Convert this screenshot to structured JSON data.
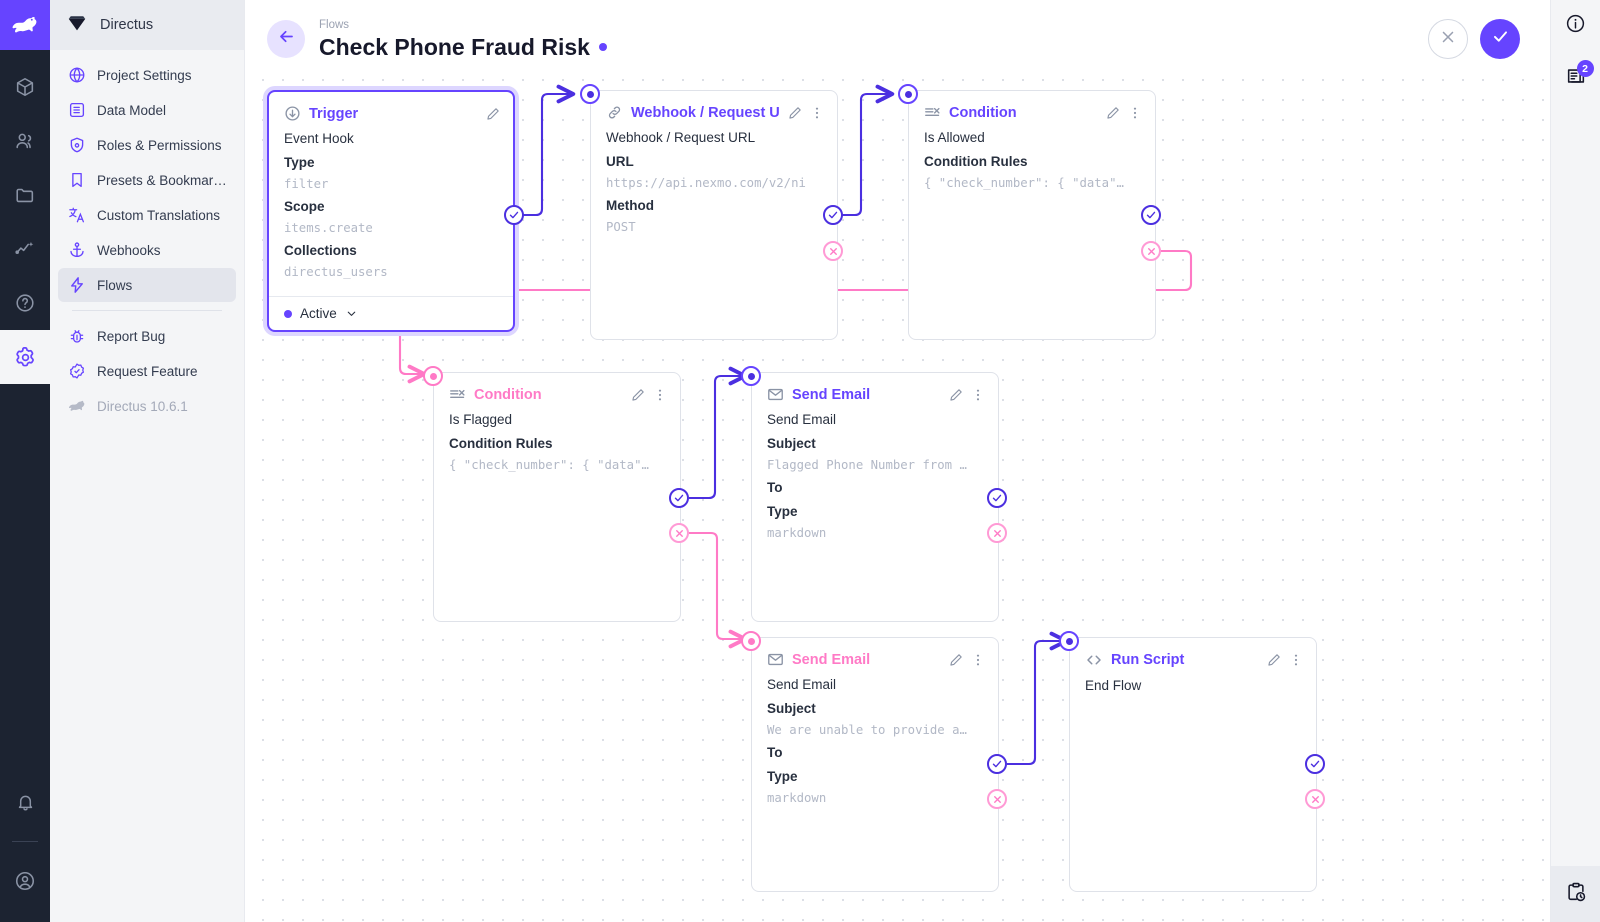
{
  "rail": {
    "logo_icon": "directus-rabbit-logo",
    "items": [
      {
        "name": "content",
        "icon": "box-icon"
      },
      {
        "name": "users",
        "icon": "people-icon"
      },
      {
        "name": "files",
        "icon": "folder-icon"
      },
      {
        "name": "insights",
        "icon": "trend-sparkle-icon"
      },
      {
        "name": "docs",
        "icon": "question-circle-icon"
      },
      {
        "name": "settings",
        "icon": "gear-icon",
        "active": true
      }
    ],
    "bottom": [
      {
        "name": "notifications",
        "icon": "bell-icon"
      },
      {
        "name": "account",
        "icon": "user-circle-icon"
      }
    ]
  },
  "sidebar": {
    "project_name": "Directus",
    "project_icon": "directus-gem-icon",
    "items": [
      {
        "label": "Project Settings",
        "icon": "globe-icon",
        "selected": false
      },
      {
        "label": "Data Model",
        "icon": "list-box-icon",
        "selected": false
      },
      {
        "label": "Roles & Permissions",
        "icon": "shield-user-icon",
        "selected": false
      },
      {
        "label": "Presets & Bookmar…",
        "icon": "bookmark-icon",
        "selected": false
      },
      {
        "label": "Custom Translations",
        "icon": "translate-icon",
        "selected": false
      },
      {
        "label": "Webhooks",
        "icon": "anchor-icon",
        "selected": false
      },
      {
        "label": "Flows",
        "icon": "bolt-icon",
        "selected": true
      }
    ],
    "footer_items": [
      {
        "label": "Report Bug",
        "icon": "bug-icon"
      },
      {
        "label": "Request Feature",
        "icon": "check-badge-icon"
      }
    ],
    "version": "Directus 10.6.1",
    "version_icon": "directus-rabbit-icon"
  },
  "header": {
    "breadcrumb": "Flows",
    "title": "Check Phone Fraud Risk",
    "status_dot_color": "#6644ff",
    "back_icon": "arrow-left-icon",
    "cancel_label": "✕",
    "save_label": "✓"
  },
  "rightbar": {
    "info_icon": "info-circle-icon",
    "logs_icon": "logs-icon",
    "logs_badge": "2",
    "history_icon": "clipboard-clock-icon"
  },
  "flow": {
    "nodes": [
      {
        "id": "trigger",
        "type": "trigger",
        "header": "Trigger",
        "header_icon": "trigger-bolt-circle-icon",
        "accent": "#6644ff",
        "operation_name": "Event Hook",
        "fields": [
          {
            "key": "Type",
            "value": "filter"
          },
          {
            "key": "Scope",
            "value": "items.create"
          },
          {
            "key": "Collections",
            "value": "directus_users"
          }
        ],
        "footer_status": "Active",
        "has_menu": false,
        "has_edit": true
      },
      {
        "id": "webhook",
        "type": "operation",
        "header": "Webhook / Request U",
        "header_icon": "link-icon",
        "accent": "#6644ff",
        "operation_name": "Webhook / Request URL",
        "fields": [
          {
            "key": "URL",
            "value": "https://api.nexmo.com/v2/ni"
          },
          {
            "key": "Method",
            "value": "POST"
          }
        ],
        "has_menu": true,
        "has_edit": true
      },
      {
        "id": "condition-allowed",
        "type": "operation",
        "header": "Condition",
        "header_icon": "condition-icon",
        "accent": "#6644ff",
        "operation_name": "Is Allowed",
        "fields": [
          {
            "key": "Condition Rules",
            "value": "{ \"check_number\": { \"data\"…"
          }
        ],
        "has_menu": true,
        "has_edit": true
      },
      {
        "id": "condition-flagged",
        "type": "operation",
        "header": "Condition",
        "header_icon": "condition-icon",
        "accent": "#ff7ac6",
        "operation_name": "Is Flagged",
        "fields": [
          {
            "key": "Condition Rules",
            "value": "{ \"check_number\": { \"data\"…"
          }
        ],
        "has_menu": true,
        "has_edit": true
      },
      {
        "id": "send-email-flagged",
        "type": "operation",
        "header": "Send Email",
        "header_icon": "mail-icon",
        "accent": "#6644ff",
        "operation_name": "Send Email",
        "fields": [
          {
            "key": "Subject",
            "value": "Flagged Phone Number from …"
          },
          {
            "key": "To",
            "value": ""
          },
          {
            "key": "Type",
            "value": "markdown"
          }
        ],
        "has_menu": true,
        "has_edit": true
      },
      {
        "id": "send-email-unable",
        "type": "operation",
        "header": "Send Email",
        "header_icon": "mail-icon",
        "accent": "#ff7ac6",
        "operation_name": "Send Email",
        "fields": [
          {
            "key": "Subject",
            "value": "We are unable to provide a…"
          },
          {
            "key": "To",
            "value": ""
          },
          {
            "key": "Type",
            "value": "markdown"
          }
        ],
        "has_menu": true,
        "has_edit": true
      },
      {
        "id": "run-script",
        "type": "operation",
        "header": "Run Script",
        "header_icon": "code-brackets-icon",
        "accent": "#6644ff",
        "operation_name": "End Flow",
        "fields": [],
        "has_menu": true,
        "has_edit": true
      }
    ],
    "colors": {
      "resolve": "#4b2fe0",
      "reject": "#ff7ac6",
      "node_border": "#dfe2e9",
      "canvas_dot": "#dcdfe6"
    }
  }
}
